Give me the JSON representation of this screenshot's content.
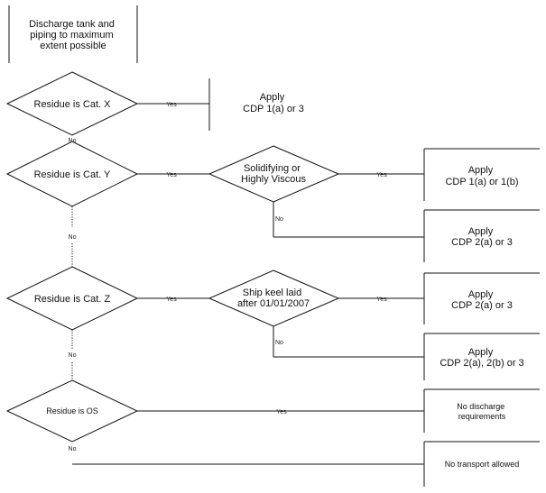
{
  "start": [
    "Discharge tank and",
    "piping to maximum",
    "extent possible"
  ],
  "decisions": {
    "cat_x": [
      "Residue is Cat. X"
    ],
    "cat_y": [
      "Residue is Cat. Y"
    ],
    "solidifying": [
      "Solidifying or",
      "Highly Viscous"
    ],
    "cat_z": [
      "Residue is Cat. Z"
    ],
    "keel": [
      "Ship keel laid",
      "after 01/01/2007"
    ],
    "os": [
      "Residue is OS"
    ]
  },
  "outcomes": {
    "x_apply": [
      "Apply",
      "CDP 1(a) or 3"
    ],
    "y_solid": [
      "Apply",
      "CDP 1(a) or 1(b)"
    ],
    "y_not_solid": [
      "Apply",
      "CDP 2(a) or 3"
    ],
    "z_new": [
      "Apply",
      "CDP 2(a) or 3"
    ],
    "z_old": [
      "Apply",
      "CDP 2(a), 2(b) or 3"
    ],
    "os_yes": [
      "No discharge",
      "requirements"
    ],
    "none": [
      "No transport allowed"
    ]
  },
  "edge_labels": {
    "yes": "Yes",
    "no": "No"
  }
}
